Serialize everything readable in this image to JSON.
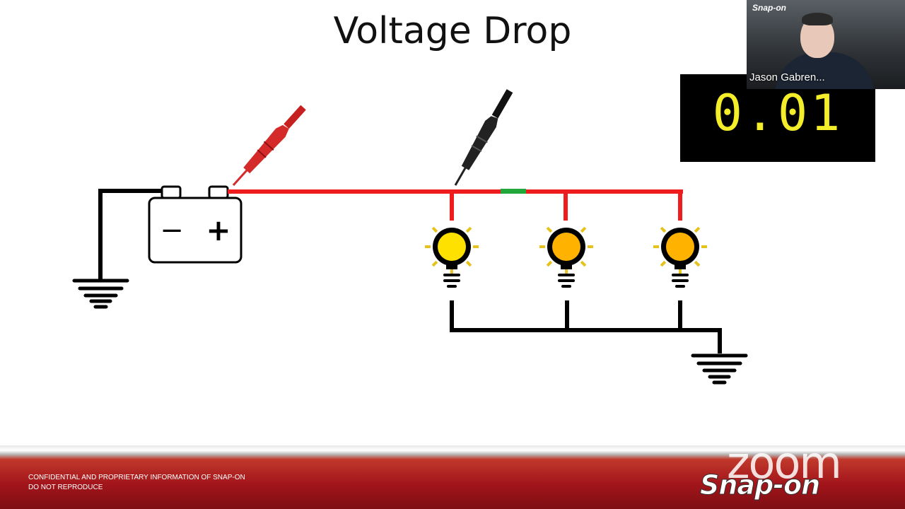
{
  "slide": {
    "title": "Voltage Drop"
  },
  "meter": {
    "readout": "0.01"
  },
  "video": {
    "participant_name": "Jason Gabren...",
    "logo_text": "Snap-on"
  },
  "footer": {
    "line1": "CONFIDENTIAL AND PROPRIETARY INFORMATION OF SNAP-ON",
    "line2": "DO NOT REPRODUCE",
    "zoom_logo": "zoom",
    "brand_logo": "Snap-on"
  },
  "diagram": {
    "battery_terminals": [
      "−",
      "+"
    ],
    "bulb_colors": [
      "#ffe100",
      "#ffb300",
      "#ffb300"
    ],
    "wire_positive_color": "#ee1c1c",
    "wire_ground_color": "#000000",
    "segment_highlight_color": "#22a83a",
    "probe_colors": [
      "#d42a2a",
      "#222222"
    ]
  },
  "colors": {
    "meter_text": "#f4ee2a",
    "footer_red": "#a3151b"
  }
}
